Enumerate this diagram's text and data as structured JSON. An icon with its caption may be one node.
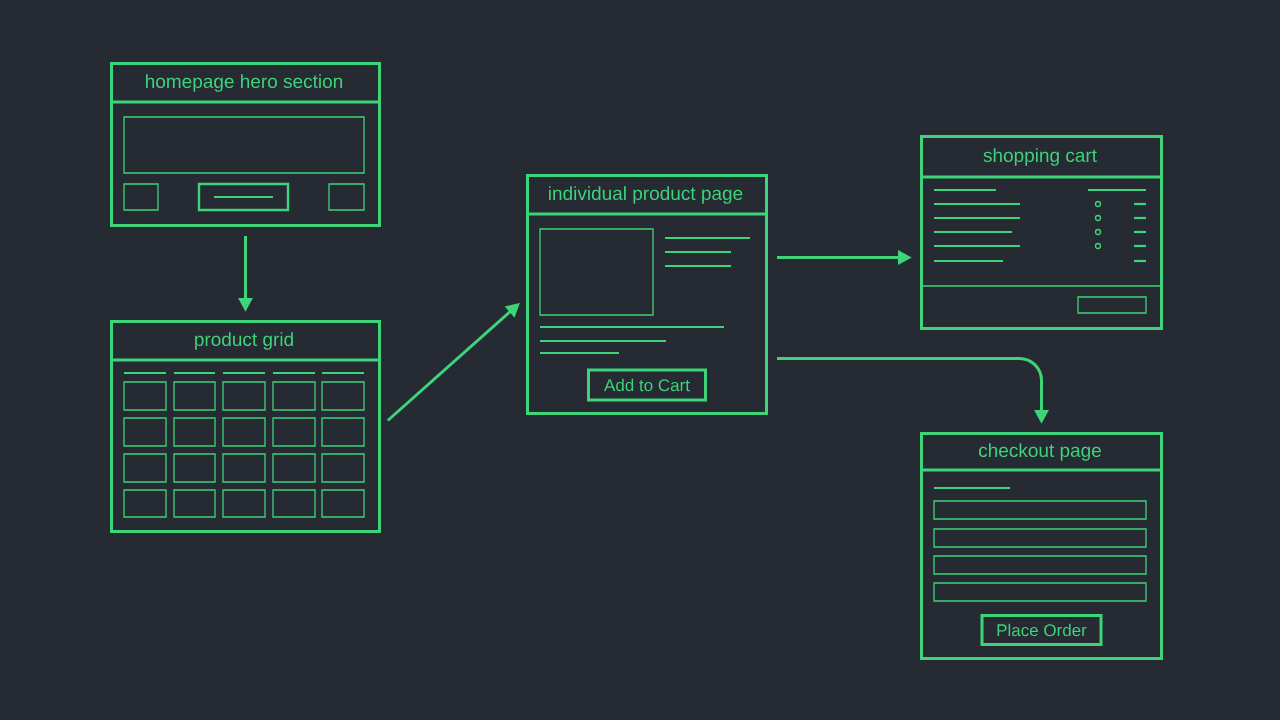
{
  "diagram": {
    "nodes": [
      {
        "text": [
          "homepage hero section"
        ]
      },
      {
        "text": [
          "product grid"
        ]
      },
      {
        "text": [
          "individual product page"
        ]
      },
      {
        "text": [
          "Add to Cart"
        ],
        "in": 2
      },
      {
        "text": [
          "shopping cart"
        ]
      },
      {
        "text": [
          "checkout page"
        ]
      },
      {
        "text": [
          "Place Order"
        ],
        "in": 5
      }
    ],
    "edges": [
      {
        "from": 0,
        "to": 1,
        "arrow": "to"
      },
      {
        "from": 1,
        "to": 2,
        "arrow": "to"
      },
      {
        "from": 2,
        "to": 4,
        "arrow": "to"
      },
      {
        "from": 2,
        "to": 5,
        "arrow": "to"
      }
    ]
  }
}
